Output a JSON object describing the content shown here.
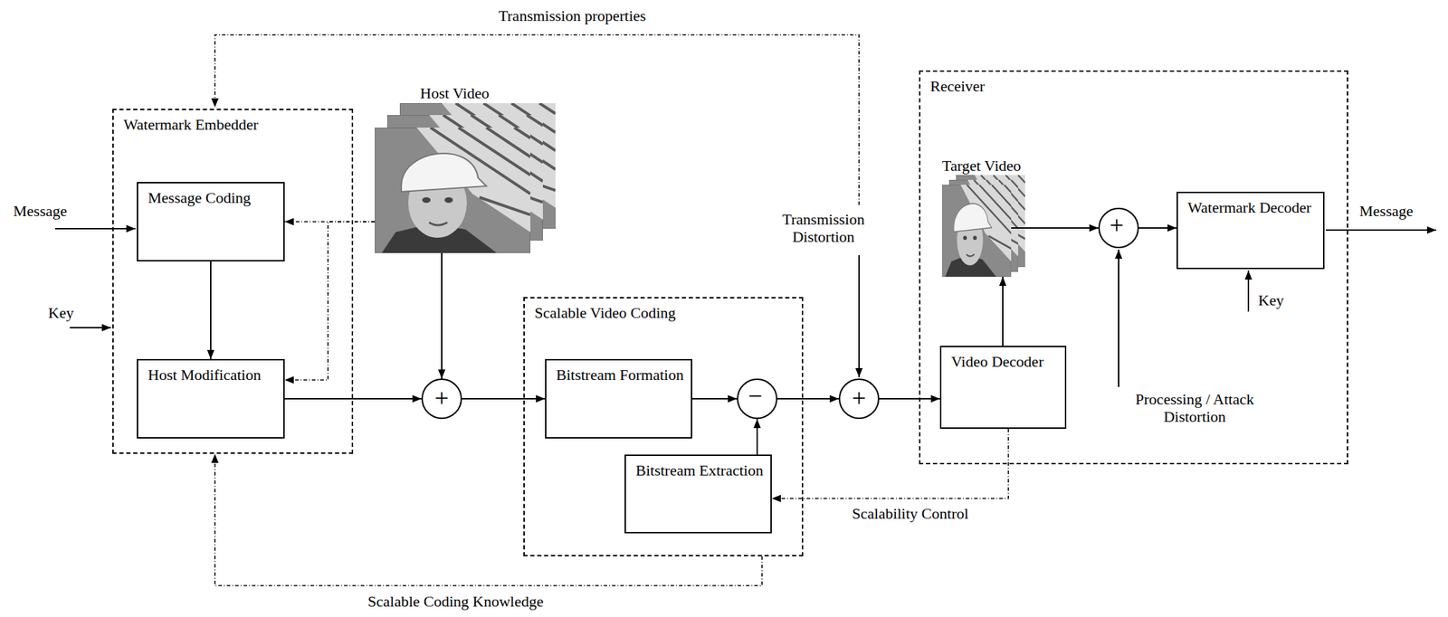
{
  "diagram": {
    "nodes": [
      {
        "text": [
          "Watermark Embedder"
        ]
      },
      {
        "text": [
          "Message Coding"
        ],
        "in": 0
      },
      {
        "text": [
          "Host Modification"
        ],
        "in": 0
      },
      {
        "text": [
          "Host Video"
        ]
      },
      {
        "text": [
          "+"
        ]
      },
      {
        "text": [
          "Scalable Video Coding"
        ]
      },
      {
        "text": [
          "Bitstream Formation"
        ],
        "in": 5
      },
      {
        "text": [
          "−"
        ],
        "in": 5
      },
      {
        "text": [
          "Bitstream Extraction"
        ],
        "in": 5
      },
      {
        "text": [
          "+"
        ]
      },
      {
        "text": [
          "Receiver"
        ]
      },
      {
        "text": [
          "Target Video"
        ],
        "in": 10
      },
      {
        "text": [
          "+"
        ],
        "in": 10
      },
      {
        "text": [
          "Watermark Decoder"
        ],
        "in": 10
      },
      {
        "text": [
          "Video Decoder"
        ],
        "in": 10
      }
    ],
    "edges": [
      {
        "from": 1,
        "to": 2,
        "arrow": "to"
      },
      {
        "from": 3,
        "to": 1,
        "arrow": "to"
      },
      {
        "from": 3,
        "to": 2,
        "arrow": "to"
      },
      {
        "from": 2,
        "to": 4,
        "arrow": "to"
      },
      {
        "from": 3,
        "to": 4,
        "arrow": "to"
      },
      {
        "from": 4,
        "to": 6,
        "arrow": "to"
      },
      {
        "from": 6,
        "to": 7,
        "arrow": "to"
      },
      {
        "from": 8,
        "to": 7,
        "arrow": "to"
      },
      {
        "from": 7,
        "to": 9,
        "arrow": "to"
      },
      {
        "from": 9,
        "to": 14,
        "arrow": "to"
      },
      {
        "from": 14,
        "to": 11,
        "arrow": "to"
      },
      {
        "from": 11,
        "to": 12,
        "arrow": "to"
      },
      {
        "from": 12,
        "to": 13,
        "arrow": "to"
      },
      {
        "from": 14,
        "to": 8,
        "label": "Scalability Control",
        "arrow": "to"
      },
      {
        "from": 5,
        "to": 0,
        "label": "Scalable Coding Knowledge",
        "arrow": "to"
      }
    ],
    "labels": [
      "Transmission properties",
      "Message",
      "Key",
      "Transmission Distortion",
      "Processing / Attack Distortion",
      "Key",
      "Message"
    ]
  }
}
